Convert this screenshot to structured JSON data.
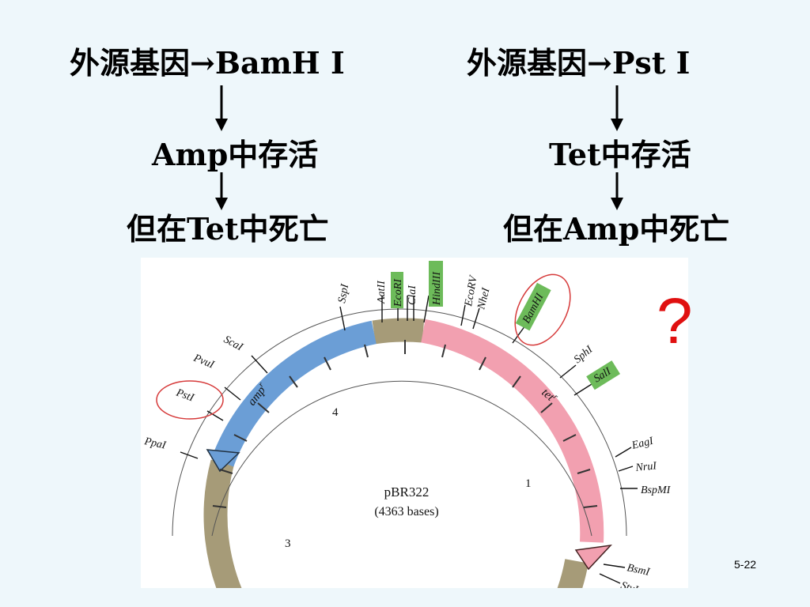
{
  "left_flow": {
    "step1_prefix": "外源基因",
    "step1_arrow": "→",
    "step1_enzyme": "BamH I",
    "step2": "Amp中存活",
    "step3": "但在Tet中死亡"
  },
  "right_flow": {
    "step1_prefix": "外源基因",
    "step1_arrow": "→",
    "step1_enzyme": "Pst I",
    "step2": "Tet中存活",
    "step3": "但在Amp中死亡"
  },
  "question_mark": "?",
  "slide_number": "5-22",
  "plasmid": {
    "name": "pBR322",
    "size": "(4363 bases)",
    "amp_label": "amp",
    "amp_sup": "r",
    "tet_label": "tet",
    "tet_sup": "r",
    "scale_labels": [
      "1",
      "3",
      "4"
    ],
    "sites": [
      "SspI",
      "AatII",
      "EcoRI",
      "ClaI",
      "HindIII",
      "EcoRV",
      "NheI",
      "BamHI",
      "SphI",
      "SalI",
      "EagI",
      "NruI",
      "BspMI",
      "BsmI",
      "StyI",
      "ScaI",
      "PvuI",
      "PstI",
      "PpaI"
    ],
    "highlighted_sites": [
      "EcoRI",
      "HindIII",
      "BamHI",
      "SalI"
    ],
    "circled_sites": [
      "BamHI",
      "PstI"
    ],
    "colors": {
      "amp": "#6b9ed6",
      "tet": "#f2a0b0",
      "backbone": "#a69b78",
      "highlight": "#6dbb5a",
      "circle": "#d63a3a"
    }
  }
}
